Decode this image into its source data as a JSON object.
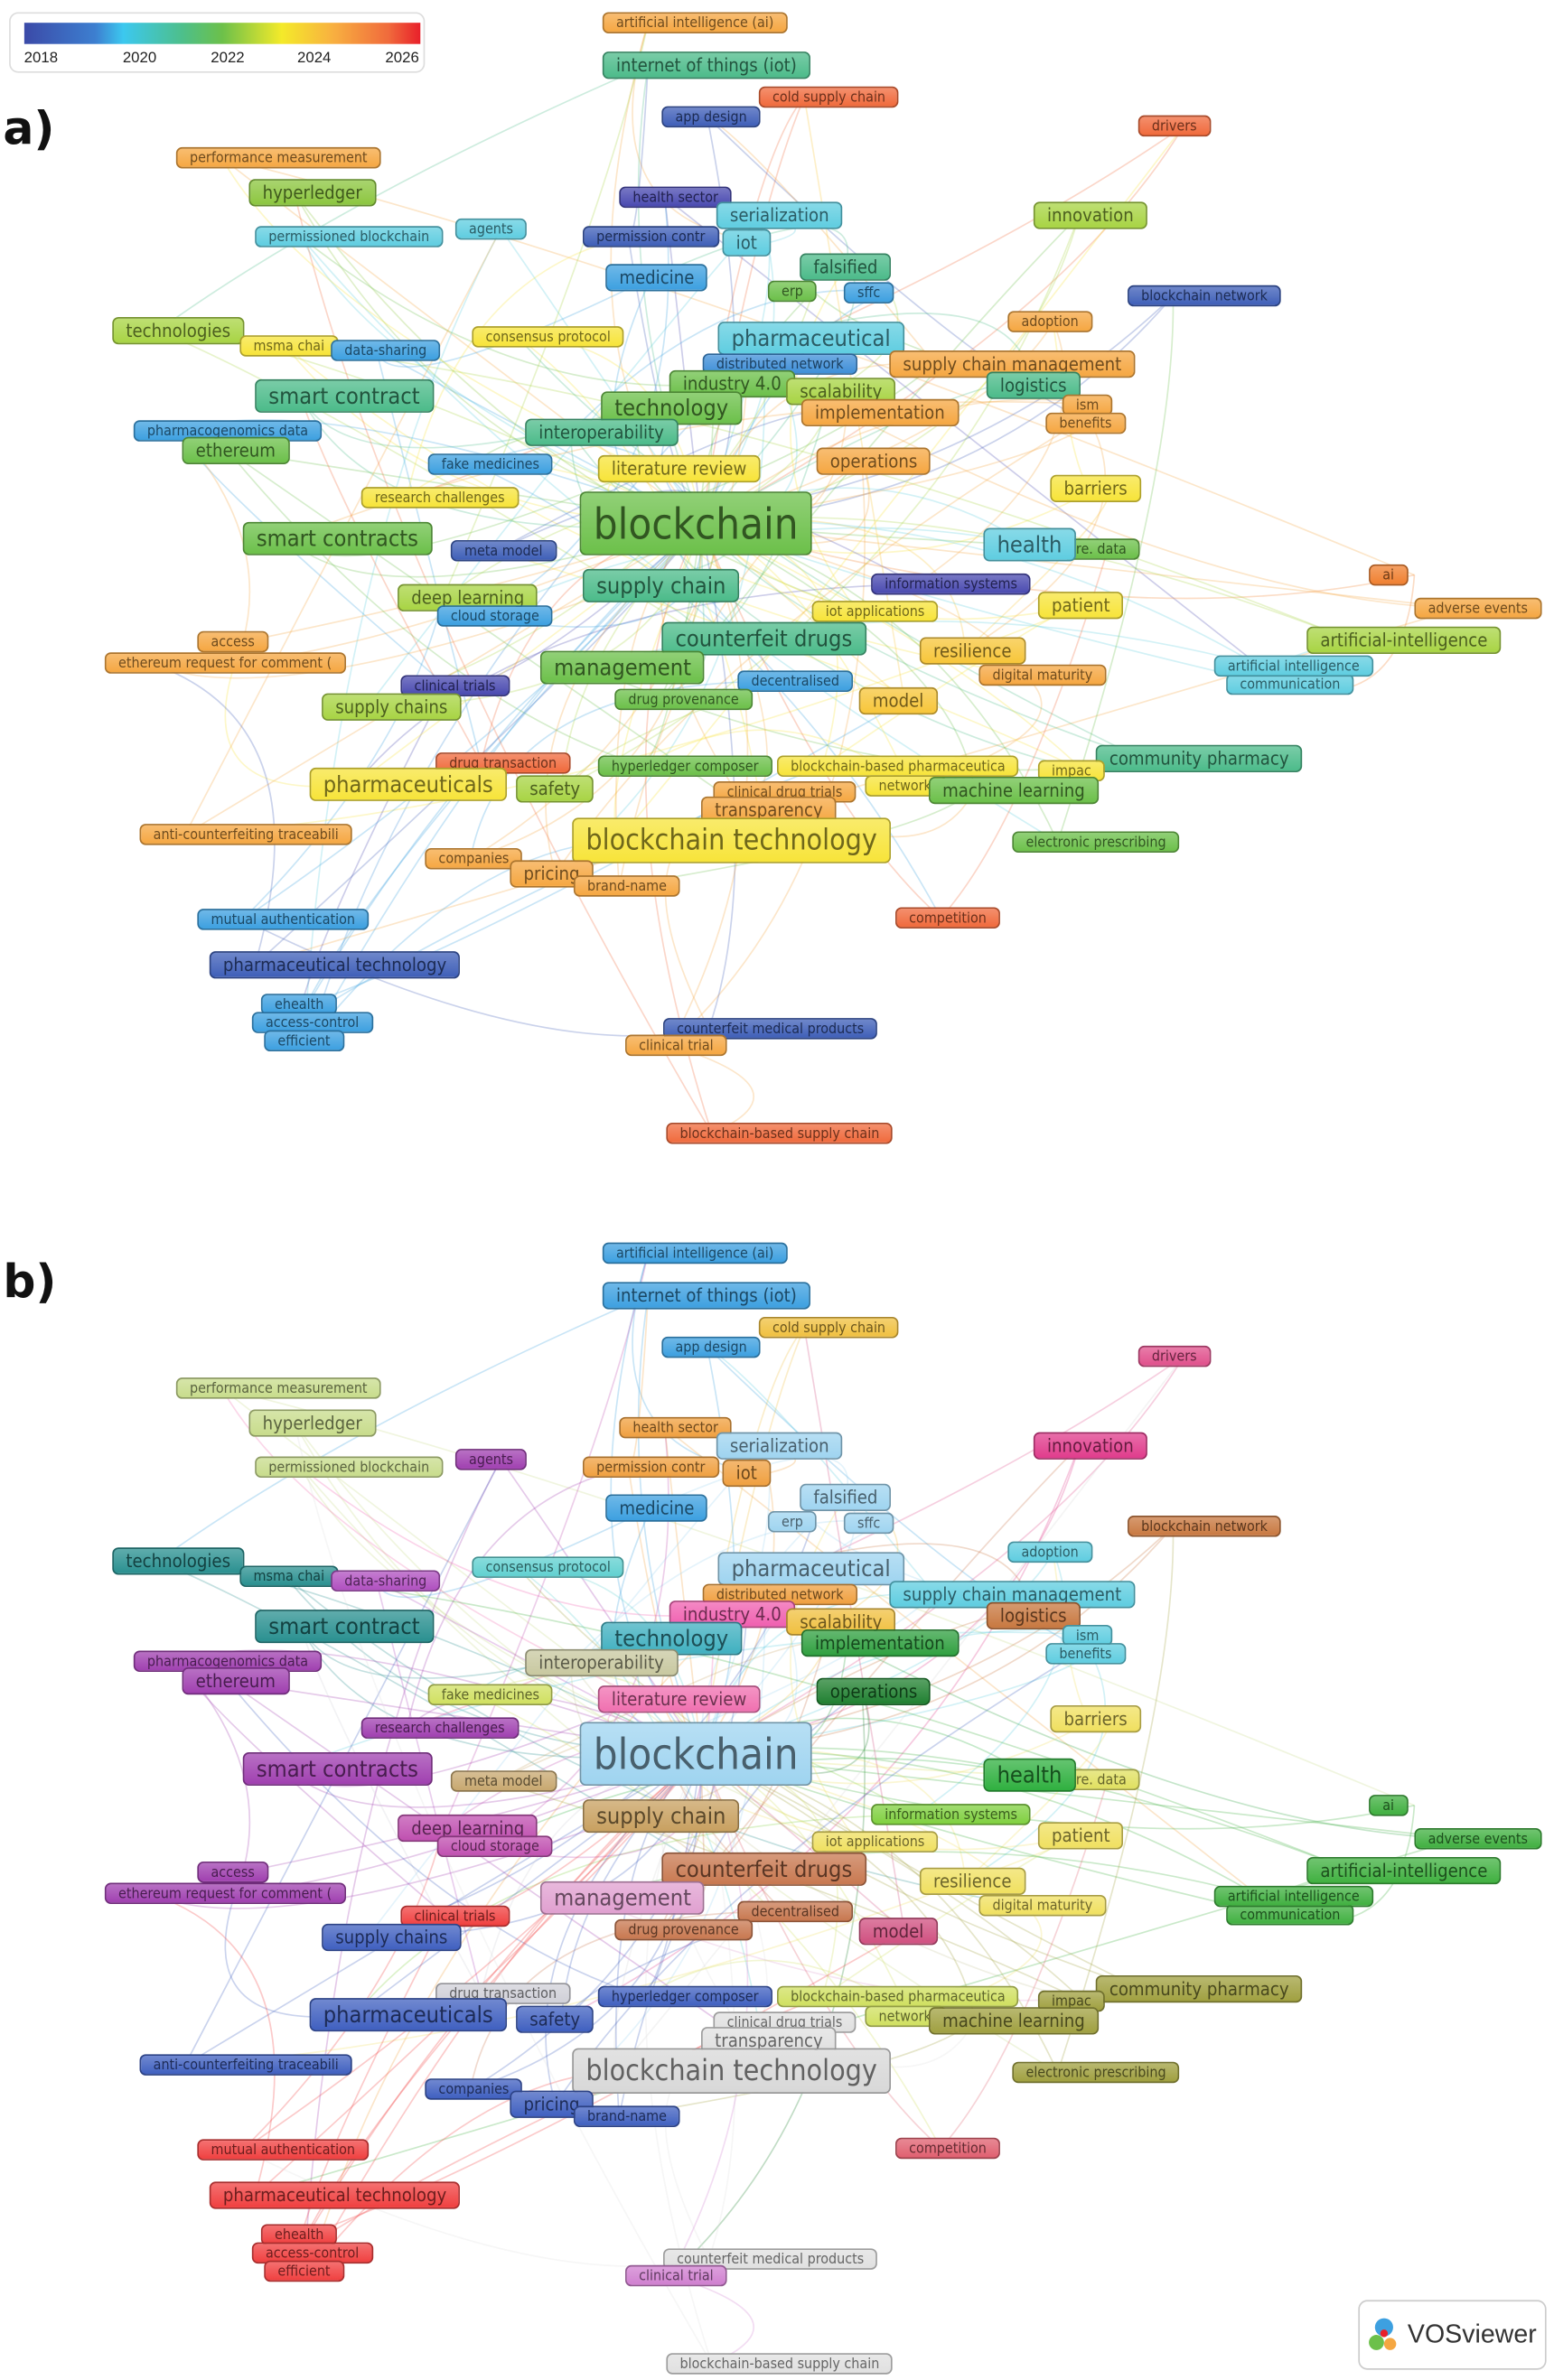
{
  "panel_a": {
    "label": "a)",
    "legend": {
      "ticks": [
        "2018",
        "2020",
        "2022",
        "2024",
        "2026"
      ]
    }
  },
  "panel_b": {
    "label": "b)"
  },
  "logo": "VOSviewer",
  "nodes": [
    {
      "label": "artificial intelligence (ai)",
      "color_a": "#f5a742",
      "color_b": "#3da0e0"
    },
    {
      "label": "internet of things (iot)",
      "color_a": "#4cbb8a",
      "color_b": "#3da0e0"
    },
    {
      "label": "cold supply chain",
      "color_a": "#f06a3c",
      "color_b": "#f0c040"
    },
    {
      "label": "app design",
      "color_a": "#3f5fb8",
      "color_b": "#3da0e0"
    },
    {
      "label": "drivers",
      "color_a": "#f06a3c",
      "color_b": "#e0508c"
    },
    {
      "label": "performance measurement",
      "color_a": "#f5a742",
      "color_b": "#c8dc8c"
    },
    {
      "label": "hyperledger",
      "color_a": "#8cc63f",
      "color_b": "#c8dc8c"
    },
    {
      "label": "health sector",
      "color_a": "#4a4ab0",
      "color_b": "#f0a040"
    },
    {
      "label": "serialization",
      "color_a": "#5fcde0",
      "color_b": "#9fd4f0"
    },
    {
      "label": "innovation",
      "color_a": "#a8d444",
      "color_b": "#e03c8c"
    },
    {
      "label": "permissioned blockchain",
      "color_a": "#5fcde0",
      "color_b": "#c8dc8c"
    },
    {
      "label": "agents",
      "color_a": "#5fcde0",
      "color_b": "#a040b0"
    },
    {
      "label": "permission contr",
      "color_a": "#3f5fb8",
      "color_b": "#f0a040"
    },
    {
      "label": "iot",
      "color_a": "#5fcde0",
      "color_b": "#f0a040"
    },
    {
      "label": "falsified",
      "color_a": "#4cbb8a",
      "color_b": "#9fd4f0"
    },
    {
      "label": "medicine",
      "color_a": "#3da0e0",
      "color_b": "#3da0e0"
    },
    {
      "label": "erp",
      "color_a": "#6cc04a",
      "color_b": "#9fd4f0"
    },
    {
      "label": "sffc",
      "color_a": "#3da0e0",
      "color_b": "#9fd4f0"
    },
    {
      "label": "blockchain network",
      "color_a": "#3f5fb8",
      "color_b": "#c87840"
    },
    {
      "label": "adoption",
      "color_a": "#f5a742",
      "color_b": "#5fcde0"
    },
    {
      "label": "technologies",
      "color_a": "#a8d444",
      "color_b": "#2a9090"
    },
    {
      "label": "msma chai",
      "color_a": "#f7e43a",
      "color_b": "#2a9090"
    },
    {
      "label": "data-sharing",
      "color_a": "#3da0e0",
      "color_b": "#b050c0"
    },
    {
      "label": "consensus protocol",
      "color_a": "#f7e43a",
      "color_b": "#60d0d0"
    },
    {
      "label": "pharmaceutical",
      "color_a": "#5fcde0",
      "color_b": "#9fd4f0"
    },
    {
      "label": "distributed network",
      "color_a": "#3f8fd8",
      "color_b": "#f0a040"
    },
    {
      "label": "supply chain management",
      "color_a": "#f5a742",
      "color_b": "#5fcde0"
    },
    {
      "label": "industry 4.0",
      "color_a": "#6cc04a",
      "color_b": "#f060b0"
    },
    {
      "label": "scalability",
      "color_a": "#a8d444",
      "color_b": "#f0c040"
    },
    {
      "label": "logistics",
      "color_a": "#4cbb8a",
      "color_b": "#c87840"
    },
    {
      "label": "smart contract",
      "color_a": "#4cbb8a",
      "color_b": "#2a9090"
    },
    {
      "label": "technology",
      "color_a": "#6cc04a",
      "color_b": "#40b0c0"
    },
    {
      "label": "ism",
      "color_a": "#f5a742",
      "color_b": "#5fcde0"
    },
    {
      "label": "implementation",
      "color_a": "#f5a742",
      "color_b": "#30a040"
    },
    {
      "label": "benefits",
      "color_a": "#f5a742",
      "color_b": "#5fcde0"
    },
    {
      "label": "pharmacogenomics data",
      "color_a": "#3da0e0",
      "color_b": "#a040b0"
    },
    {
      "label": "interoperability",
      "color_a": "#4cbb8a",
      "color_b": "#c8c8a0"
    },
    {
      "label": "ethereum",
      "color_a": "#6cc04a",
      "color_b": "#a040b0"
    },
    {
      "label": "fake medicines",
      "color_a": "#3da0e0",
      "color_b": "#d0e060"
    },
    {
      "label": "operations",
      "color_a": "#f5a742",
      "color_b": "#208030"
    },
    {
      "label": "literature review",
      "color_a": "#f7e43a",
      "color_b": "#f070b0"
    },
    {
      "label": "research challenges",
      "color_a": "#f7e43a",
      "color_b": "#a040b0"
    },
    {
      "label": "barriers",
      "color_a": "#f7e43a",
      "color_b": "#f0e060"
    },
    {
      "label": "blockchain",
      "color_a": "#6cc04a",
      "color_b": "#9fd4f0"
    },
    {
      "label": "meta model",
      "color_a": "#3f5fb8",
      "color_b": "#c8a870"
    },
    {
      "label": "smart contracts",
      "color_a": "#6cc04a",
      "color_b": "#a040b0"
    },
    {
      "label": "re. data",
      "color_a": "#6cc04a",
      "color_b": "#e0e060"
    },
    {
      "label": "health",
      "color_a": "#5fcde0",
      "color_b": "#30b040"
    },
    {
      "label": "ai",
      "color_a": "#f08030",
      "color_b": "#40b040"
    },
    {
      "label": "supply chain",
      "color_a": "#4cbb8a",
      "color_b": "#c8a060"
    },
    {
      "label": "information systems",
      "color_a": "#4a4ab0",
      "color_b": "#80d040"
    },
    {
      "label": "patient",
      "color_a": "#f7e43a",
      "color_b": "#f0e060"
    },
    {
      "label": "adverse events",
      "color_a": "#f5a742",
      "color_b": "#40b040"
    },
    {
      "label": "deep learning",
      "color_a": "#a8d444",
      "color_b": "#c050b0"
    },
    {
      "label": "cloud storage",
      "color_a": "#3da0e0",
      "color_b": "#c050b0"
    },
    {
      "label": "iot applications",
      "color_a": "#f7e43a",
      "color_b": "#f0e060"
    },
    {
      "label": "artificial-intelligence",
      "color_a": "#a8d444",
      "color_b": "#40b040"
    },
    {
      "label": "counterfeit drugs",
      "color_a": "#4cbb8a",
      "color_b": "#c87850"
    },
    {
      "label": "access",
      "color_a": "#f5a742",
      "color_b": "#a040b0"
    },
    {
      "label": "resilience",
      "color_a": "#f7c63a",
      "color_b": "#f0e060"
    },
    {
      "label": "ethereum request for comment (",
      "color_a": "#f5a742",
      "color_b": "#a040b0"
    },
    {
      "label": "communication",
      "color_a": "#5fcde0",
      "color_b": "#40b040"
    },
    {
      "label": "artificial intelligence",
      "color_a": "#5fcde0",
      "color_b": "#40b040"
    },
    {
      "label": "management",
      "color_a": "#6cc04a",
      "color_b": "#e0a0d0"
    },
    {
      "label": "digital maturity",
      "color_a": "#f5a742",
      "color_b": "#f0e060"
    },
    {
      "label": "decentralised",
      "color_a": "#3da0e0",
      "color_b": "#c87850"
    },
    {
      "label": "clinical trials",
      "color_a": "#4a4ab0",
      "color_b": "#f04040"
    },
    {
      "label": "model",
      "color_a": "#f7c63a",
      "color_b": "#d05080"
    },
    {
      "label": "drug provenance",
      "color_a": "#6cc04a",
      "color_b": "#c87850"
    },
    {
      "label": "supply chains",
      "color_a": "#a8d444",
      "color_b": "#4060c0"
    },
    {
      "label": "community pharmacy",
      "color_a": "#4cbb8a",
      "color_b": "#a0a040"
    },
    {
      "label": "drug transaction",
      "color_a": "#f06a3c",
      "color_b": "#d0d0d8"
    },
    {
      "label": "hyperledger composer",
      "color_a": "#6cc04a",
      "color_b": "#4060c0"
    },
    {
      "label": "impac",
      "color_a": "#f7e43a",
      "color_b": "#a0a040"
    },
    {
      "label": "blockchain-based pharmaceutica",
      "color_a": "#f7e43a",
      "color_b": "#d0e060"
    },
    {
      "label": "pharmaceuticals",
      "color_a": "#f7e43a",
      "color_b": "#4060c0"
    },
    {
      "label": "safety",
      "color_a": "#a8d444",
      "color_b": "#4060c0"
    },
    {
      "label": "network",
      "color_a": "#f7e43a",
      "color_b": "#d0e060"
    },
    {
      "label": "clinical drug trials",
      "color_a": "#f5a742",
      "color_b": "#e0e0e0"
    },
    {
      "label": "machine learning",
      "color_a": "#6cc04a",
      "color_b": "#a0a040"
    },
    {
      "label": "transparency",
      "color_a": "#f5a742",
      "color_b": "#e0e0e0"
    },
    {
      "label": "blockchain technology",
      "color_a": "#f7e43a",
      "color_b": "#d8d8d8"
    },
    {
      "label": "anti-counterfeiting traceabili",
      "color_a": "#f5a742",
      "color_b": "#4060c0"
    },
    {
      "label": "electronic prescribing",
      "color_a": "#6cc04a",
      "color_b": "#a0a040"
    },
    {
      "label": "companies",
      "color_a": "#f5a742",
      "color_b": "#4060c0"
    },
    {
      "label": "pricing",
      "color_a": "#f5a742",
      "color_b": "#4060c0"
    },
    {
      "label": "brand-name",
      "color_a": "#f5a742",
      "color_b": "#4060c0"
    },
    {
      "label": "competition",
      "color_a": "#f06a3c",
      "color_b": "#e06070"
    },
    {
      "label": "mutual authentication",
      "color_a": "#3da0e0",
      "color_b": "#f04040"
    },
    {
      "label": "pharmaceutical technology",
      "color_a": "#3f5fb8",
      "color_b": "#f04040"
    },
    {
      "label": "ehealth",
      "color_a": "#3da0e0",
      "color_b": "#f04040"
    },
    {
      "label": "access-control",
      "color_a": "#3da0e0",
      "color_b": "#f04040"
    },
    {
      "label": "efficient",
      "color_a": "#3da0e0",
      "color_b": "#f04040"
    },
    {
      "label": "counterfeit medical products",
      "color_a": "#3f5fb8",
      "color_b": "#e0e0e0"
    },
    {
      "label": "clinical trial",
      "color_a": "#f5a742",
      "color_b": "#d080d0"
    },
    {
      "label": "blockchain-based supply chain",
      "color_a": "#f06a3c",
      "color_b": "#e0e0e0"
    }
  ]
}
